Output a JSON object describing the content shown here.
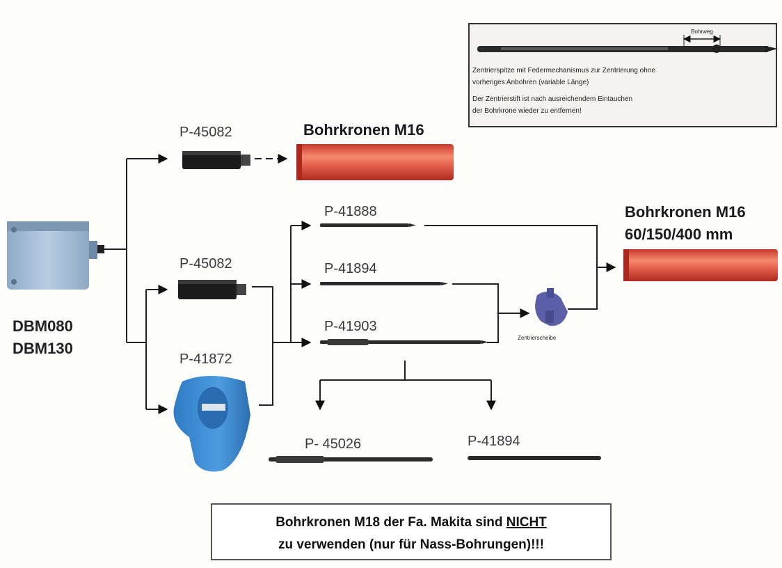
{
  "devices": {
    "line1": "DBM080",
    "line2": "DBM130"
  },
  "parts": {
    "p45082_top": "P-45082",
    "p45082_mid": "P-45082",
    "p41872": "P-41872",
    "p41888": "P-41888",
    "p41894_mid": "P-41894",
    "p41903": "P-41903",
    "p45026": "P- 45026",
    "p41894_bottom": "P-41894"
  },
  "heads": {
    "top": "Bohrkronen M16",
    "right_line1": "Bohrkronen M16",
    "right_line2": "60/150/400 mm"
  },
  "washer_label": "Zentrierscheibe",
  "info_box": {
    "scale_label": "Bohrweg",
    "line1": "Zentrierspitze mit Federmechanismus zur Zentrierung ohne",
    "line2": "vorheriges  Anbohren (variable Länge)",
    "line3": "Der Zentrierstift ist nach ausreichendem Eintauchen",
    "line4": "der Bohrkrone wieder zu entfernen!"
  },
  "warning": {
    "pre": "Bohrkronen M18 der Fa. Makita sind ",
    "emph": "NICHT",
    "line2": "zu verwenden (nur für Nass-Bohrungen)!!!"
  },
  "colors": {
    "crown": "#e05040",
    "adapter": "#1c1c1c",
    "device": "#a9c2dc",
    "blue_part": "#3f8ed6",
    "washer": "#5b5fa8"
  }
}
